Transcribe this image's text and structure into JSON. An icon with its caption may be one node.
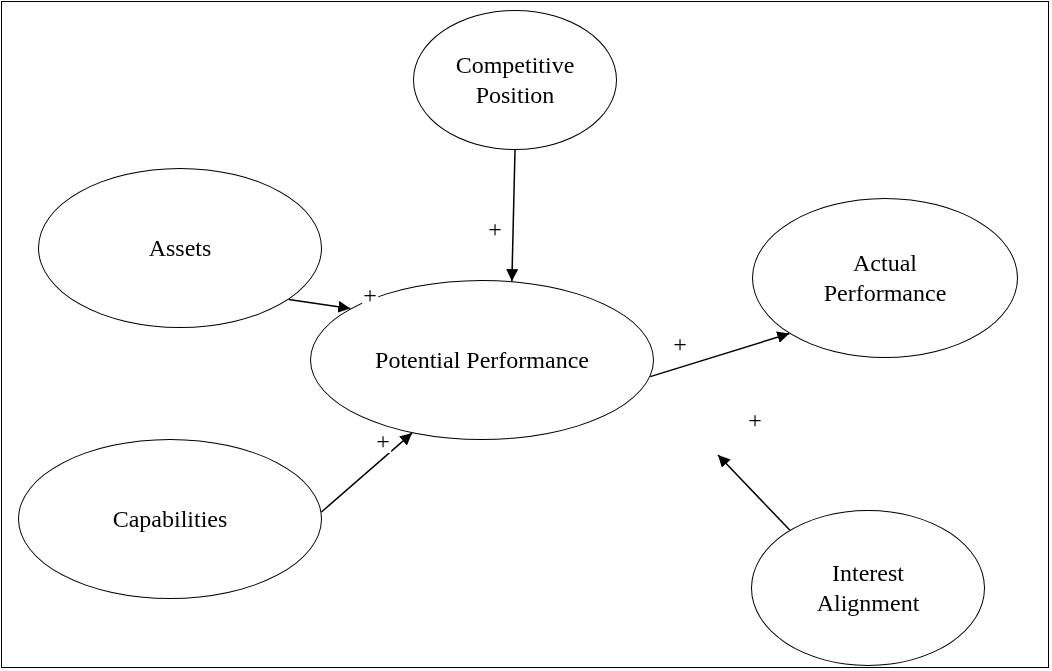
{
  "diagram": {
    "nodes": [
      {
        "text": [
          "Competitive Position"
        ]
      },
      {
        "text": [
          "Assets"
        ]
      },
      {
        "text": [
          "Actual Performance"
        ]
      },
      {
        "text": [
          "Potential Performance"
        ]
      },
      {
        "text": [
          "Capabilities"
        ]
      },
      {
        "text": [
          "Interest Alignment"
        ]
      }
    ],
    "edges": [
      {
        "from": 0,
        "to": 3,
        "arrow": "to",
        "label": "+"
      },
      {
        "from": 1,
        "to": 3,
        "arrow": "to",
        "label": "+"
      },
      {
        "from": 4,
        "to": 3,
        "arrow": "to",
        "label": "+"
      },
      {
        "from": 3,
        "to": 2,
        "arrow": "to",
        "label": "+"
      },
      {
        "from": 5,
        "to": null,
        "arrow": "to",
        "label": "+"
      }
    ]
  }
}
